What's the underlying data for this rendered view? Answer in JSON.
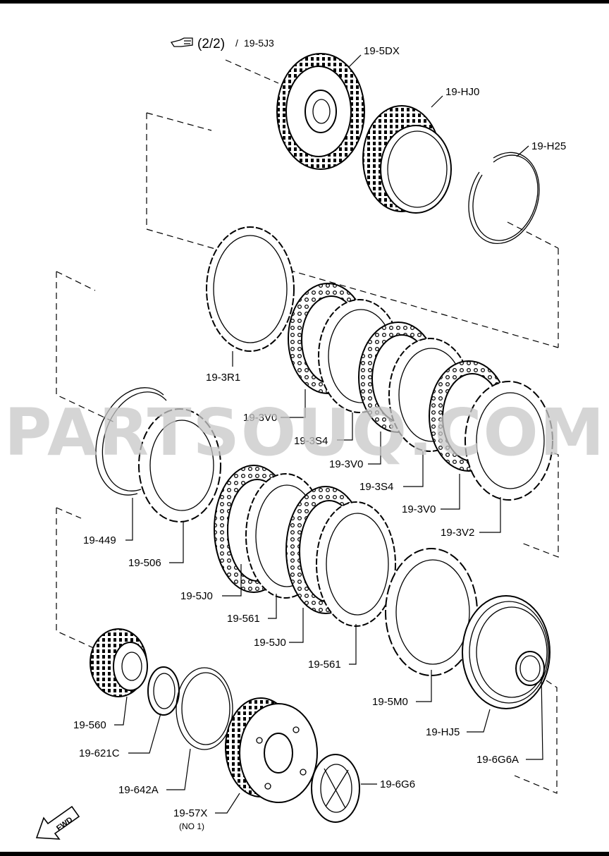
{
  "reference": {
    "page": "(2/2)",
    "separator": "/",
    "code": "19-5J3",
    "icon": "pointing-hand-icon"
  },
  "watermark": "PARTSOUQ.COM",
  "fwd_label": "FWD",
  "parts": [
    {
      "id": "19-5DX",
      "note": ""
    },
    {
      "id": "19-HJ0",
      "note": ""
    },
    {
      "id": "19-H25",
      "note": ""
    },
    {
      "id": "19-3R1",
      "note": ""
    },
    {
      "id": "19-3V0",
      "note": ""
    },
    {
      "id": "19-3S4",
      "note": ""
    },
    {
      "id": "19-3V0",
      "note": ""
    },
    {
      "id": "19-3S4",
      "note": ""
    },
    {
      "id": "19-3V0",
      "note": ""
    },
    {
      "id": "19-3V2",
      "note": ""
    },
    {
      "id": "19-449",
      "note": ""
    },
    {
      "id": "19-506",
      "note": ""
    },
    {
      "id": "19-5J0",
      "note": ""
    },
    {
      "id": "19-561",
      "note": ""
    },
    {
      "id": "19-5J0",
      "note": ""
    },
    {
      "id": "19-561",
      "note": ""
    },
    {
      "id": "19-5M0",
      "note": ""
    },
    {
      "id": "19-HJ5",
      "note": ""
    },
    {
      "id": "19-6G6A",
      "note": ""
    },
    {
      "id": "19-560",
      "note": ""
    },
    {
      "id": "19-621C",
      "note": ""
    },
    {
      "id": "19-642A",
      "note": ""
    },
    {
      "id": "19-57X",
      "note": "(NO 1)"
    },
    {
      "id": "19-6G6",
      "note": ""
    }
  ]
}
